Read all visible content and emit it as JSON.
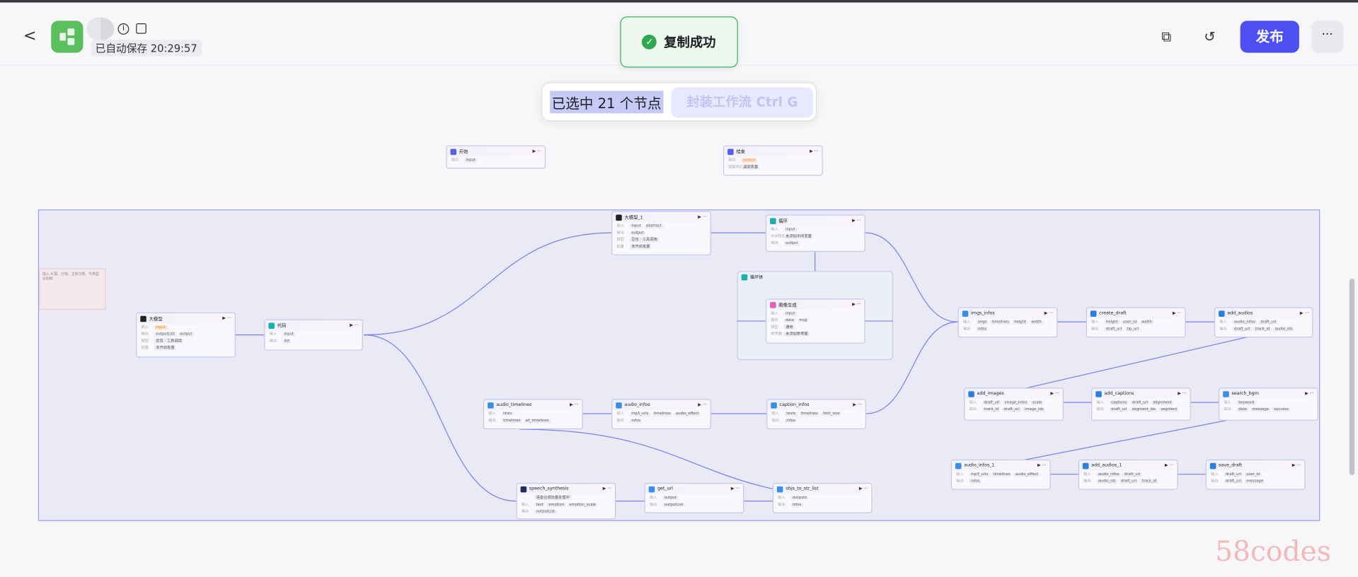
{
  "header": {
    "back_label": "<",
    "saved_text": "已自动保存 20:29:57",
    "publish_label": "发布",
    "more_label": "···",
    "info_label": "i"
  },
  "toast": {
    "text": "复制成功"
  },
  "selection": {
    "count_text": "已选中 21 个节点",
    "wrap_label": "封装工作流 Ctrl G"
  },
  "note": {
    "text": "插入 A 图、分镜、主体分类、与类型分割帧"
  },
  "loop_body": {
    "title": "循环体"
  },
  "colors": {
    "accent": "#4d4ff2",
    "success": "#2fa84f",
    "edge": "#7b7ff0"
  },
  "watermark": "58codes",
  "nodes": [
    {
      "id": "start",
      "title": "开始",
      "icon": "#5a5fe8",
      "rows": [
        {
          "l": "输出",
          "c": [
            "input"
          ]
        }
      ]
    },
    {
      "id": "end",
      "title": "结束",
      "icon": "#5a5fe8",
      "rows": [
        {
          "l": "输出",
          "c": [
            "output"
          ],
          "warn": true
        },
        {
          "l": "回答内容",
          "c": [
            "返回变量"
          ]
        }
      ]
    },
    {
      "id": "llm",
      "title": "大模型",
      "icon": "#222",
      "rows": [
        {
          "l": "输入",
          "c": [
            "input"
          ],
          "warn": true
        },
        {
          "l": "输出",
          "c": [
            "outputList",
            "output"
          ]
        },
        {
          "l": "模型",
          "c": [
            "豆包 · 工具调用"
          ]
        },
        {
          "l": "批量",
          "c": [
            "未开启批量"
          ]
        }
      ]
    },
    {
      "id": "code",
      "title": "代码",
      "icon": "#1ab0a8",
      "rows": [
        {
          "l": "输入",
          "c": [
            "input"
          ]
        },
        {
          "l": "输出",
          "c": [
            "list"
          ]
        }
      ]
    },
    {
      "id": "llm1",
      "title": "大模型_1",
      "icon": "#222",
      "rows": [
        {
          "l": "输入",
          "c": [
            "input",
            "abstract"
          ]
        },
        {
          "l": "输出",
          "c": [
            "output"
          ]
        },
        {
          "l": "模型",
          "c": [
            "豆包 · 工具调用"
          ]
        },
        {
          "l": "批量",
          "c": [
            "未开启批量"
          ]
        }
      ]
    },
    {
      "id": "loop",
      "title": "循环",
      "icon": "#1ab0a8",
      "rows": [
        {
          "l": "输入",
          "c": [
            "input"
          ]
        },
        {
          "l": "中间变量",
          "c": [
            "未添加中间变量"
          ]
        },
        {
          "l": "输出",
          "c": [
            "output"
          ]
        }
      ]
    },
    {
      "id": "imggen",
      "title": "图像生成",
      "icon": "#e05fb9",
      "rows": [
        {
          "l": "输入",
          "c": [
            "input"
          ]
        },
        {
          "l": "输出",
          "c": [
            "data",
            "msg"
          ]
        },
        {
          "l": "模型",
          "c": [
            "通用"
          ]
        },
        {
          "l": "参考图",
          "c": [
            "未添加参考图"
          ]
        }
      ]
    },
    {
      "id": "imgs_infos",
      "title": "imgs_infos",
      "icon": "#3a8ee8",
      "rows": [
        {
          "l": "输入",
          "c": [
            "imgs",
            "timelines",
            "height",
            "width"
          ]
        },
        {
          "l": "输出",
          "c": [
            "infos"
          ]
        }
      ]
    },
    {
      "id": "create_draft",
      "title": "create_draft",
      "icon": "#2a7fe0",
      "rows": [
        {
          "l": "输入",
          "c": [
            "height",
            "user_id",
            "width"
          ]
        },
        {
          "l": "输出",
          "c": [
            "draft_url",
            "tip_url"
          ]
        }
      ]
    },
    {
      "id": "add_audios",
      "title": "add_audios",
      "icon": "#2a7fe0",
      "rows": [
        {
          "l": "输入",
          "c": [
            "audio_infos",
            "draft_url"
          ]
        },
        {
          "l": "输出",
          "c": [
            "draft_url",
            "track_id",
            "audio_ids"
          ]
        }
      ]
    },
    {
      "id": "add_images",
      "title": "add_images",
      "icon": "#2a7fe0",
      "rows": [
        {
          "l": "输入",
          "c": [
            "draft_url",
            "image_infos",
            "scale"
          ]
        },
        {
          "l": "输出",
          "c": [
            "track_id",
            "draft_url",
            "image_ids"
          ]
        }
      ]
    },
    {
      "id": "add_captions",
      "title": "add_captions",
      "icon": "#2a7fe0",
      "rows": [
        {
          "l": "输入",
          "c": [
            "captions",
            "draft_url",
            "alignment"
          ]
        },
        {
          "l": "输出",
          "c": [
            "draft_url",
            "segment_ids",
            "segment"
          ]
        }
      ]
    },
    {
      "id": "search_bgm",
      "title": "search_bgm",
      "icon": "#3a8ee8",
      "rows": [
        {
          "l": "输入",
          "c": [
            "keyword"
          ]
        },
        {
          "l": "输出",
          "c": [
            "data",
            "message",
            "success"
          ]
        }
      ]
    },
    {
      "id": "audio_timelines",
      "title": "audio_timelines",
      "icon": "#3a8ee8",
      "rows": [
        {
          "l": "输入",
          "c": [
            "links"
          ]
        },
        {
          "l": "输出",
          "c": [
            "timelines",
            "all_timelines"
          ]
        }
      ]
    },
    {
      "id": "audio_infos",
      "title": "audio_infos",
      "icon": "#3a8ee8",
      "rows": [
        {
          "l": "输入",
          "c": [
            "mp3_urls",
            "timelines",
            "audio_effect"
          ]
        },
        {
          "l": "输出",
          "c": [
            "infos"
          ]
        }
      ]
    },
    {
      "id": "caption_infos",
      "title": "caption_infos",
      "icon": "#3a8ee8",
      "rows": [
        {
          "l": "输入",
          "c": [
            "texts",
            "timelines",
            "font_size"
          ]
        },
        {
          "l": "输出",
          "c": [
            "infos"
          ]
        }
      ]
    },
    {
      "id": "audio_infos_1",
      "title": "audio_infos_1",
      "icon": "#3a8ee8",
      "rows": [
        {
          "l": "输入",
          "c": [
            "mp3_urls",
            "timelines",
            "audio_effect"
          ]
        },
        {
          "l": "输出",
          "c": [
            "infos"
          ]
        }
      ]
    },
    {
      "id": "add_audios_1",
      "title": "add_audios_1",
      "icon": "#2a7fe0",
      "rows": [
        {
          "l": "输入",
          "c": [
            "audio_infos",
            "draft_url"
          ]
        },
        {
          "l": "输出",
          "c": [
            "audio_ids",
            "draft_url",
            "track_id"
          ]
        }
      ]
    },
    {
      "id": "save_draft",
      "title": "save_draft",
      "icon": "#2a7fe0",
      "rows": [
        {
          "l": "输入",
          "c": [
            "draft_url",
            "user_id"
          ]
        },
        {
          "l": "输出",
          "c": [
            "draft_url",
            "message"
          ]
        }
      ]
    },
    {
      "id": "speech_synthesis",
      "title": "speech_synthesis",
      "icon": "#1e2d5a",
      "rows": [
        {
          "l": "",
          "c": [
            "语音合成批量处理中"
          ]
        },
        {
          "l": "输入",
          "c": [
            "text",
            "emotion",
            "emotion_scale"
          ]
        },
        {
          "l": "输出",
          "c": [
            "outputList"
          ]
        }
      ]
    },
    {
      "id": "get_url",
      "title": "get_url",
      "icon": "#3a8ee8",
      "rows": [
        {
          "l": "输入",
          "c": [
            "output"
          ]
        },
        {
          "l": "输出",
          "c": [
            "outputList"
          ]
        }
      ]
    },
    {
      "id": "objs_to_str_list",
      "title": "objs_to_str_list",
      "icon": "#3a8ee8",
      "rows": [
        {
          "l": "输入",
          "c": [
            "outputs"
          ]
        },
        {
          "l": "输出",
          "c": [
            "infos"
          ]
        }
      ]
    }
  ]
}
